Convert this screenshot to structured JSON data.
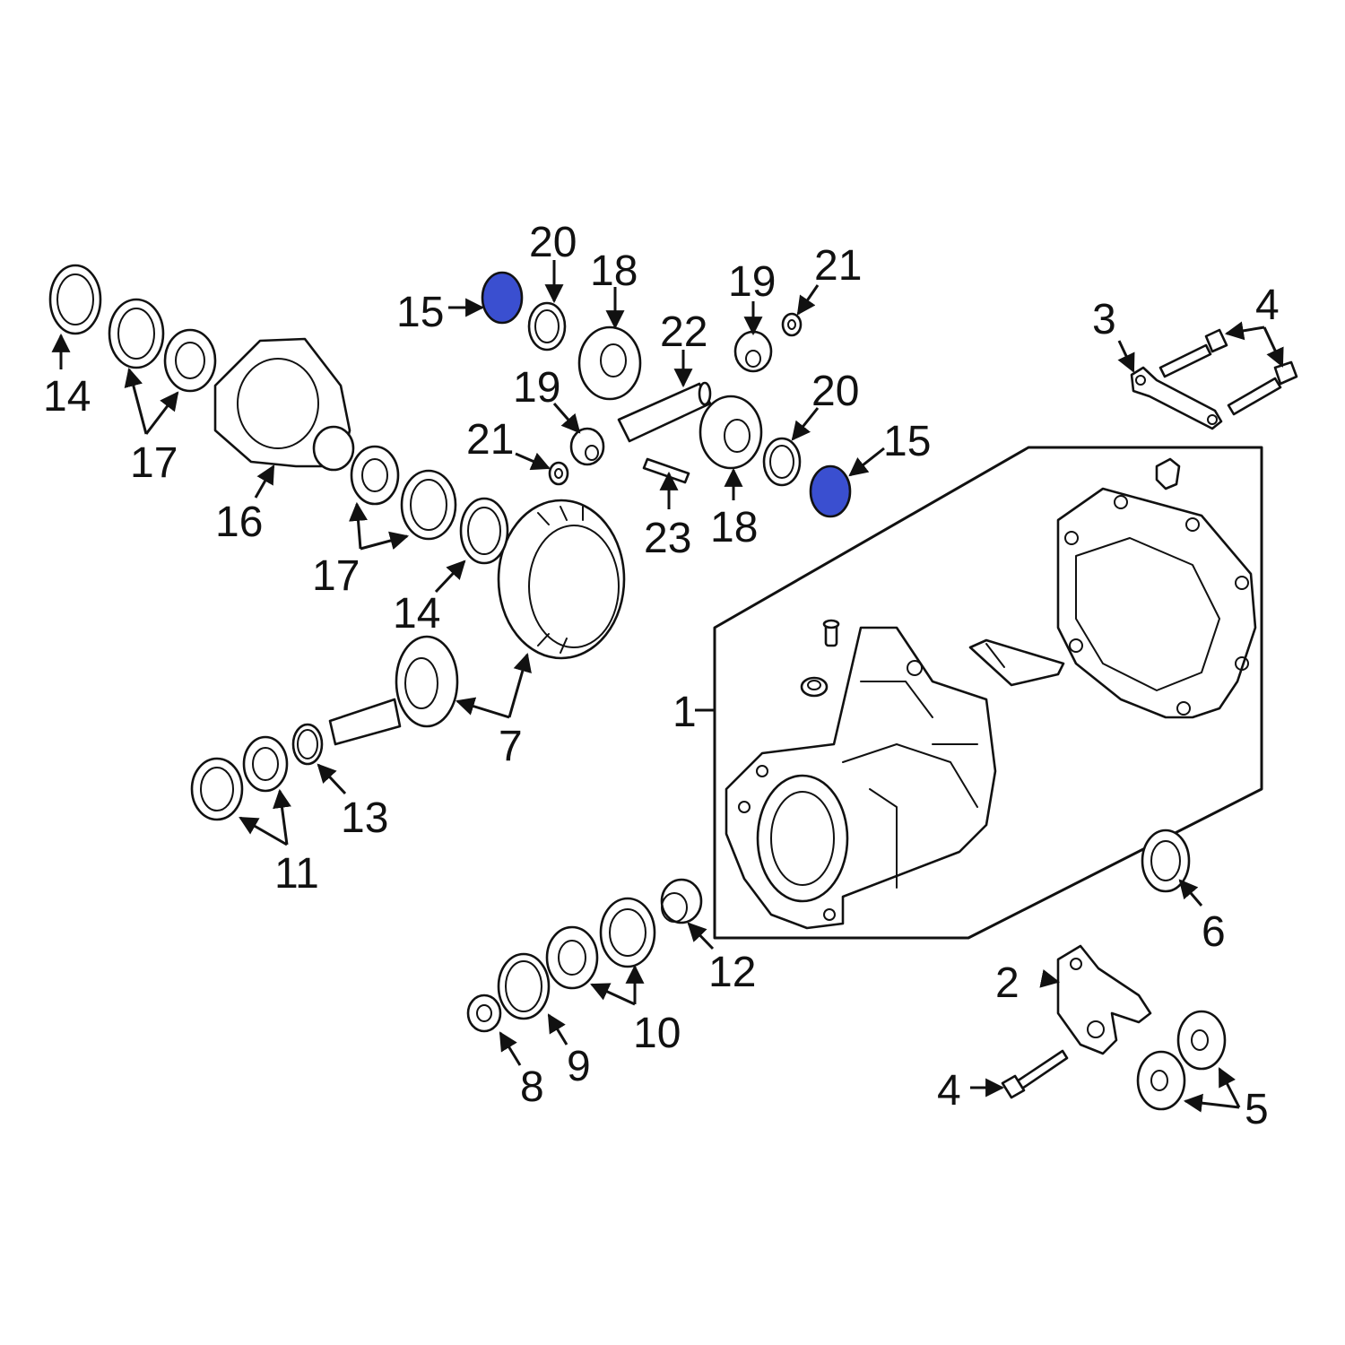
{
  "callouts": {
    "c1": "1",
    "c2": "2",
    "c3": "3",
    "c4a": "4",
    "c4b": "4",
    "c5": "5",
    "c6": "6",
    "c7": "7",
    "c8": "8",
    "c9": "9",
    "c10": "10",
    "c11": "11",
    "c12": "12",
    "c13": "13",
    "c14a": "14",
    "c14b": "14",
    "c15a": "15",
    "c15b": "15",
    "c16": "16",
    "c17a": "17",
    "c17b": "17",
    "c18a": "18",
    "c18b": "18",
    "c19a": "19",
    "c19b": "19",
    "c20a": "20",
    "c20b": "20",
    "c21a": "21",
    "c21b": "21",
    "c22": "22",
    "c23": "23"
  },
  "colors": {
    "highlight": "#3a4fd0",
    "line": "#111111",
    "background": "#ffffff"
  }
}
